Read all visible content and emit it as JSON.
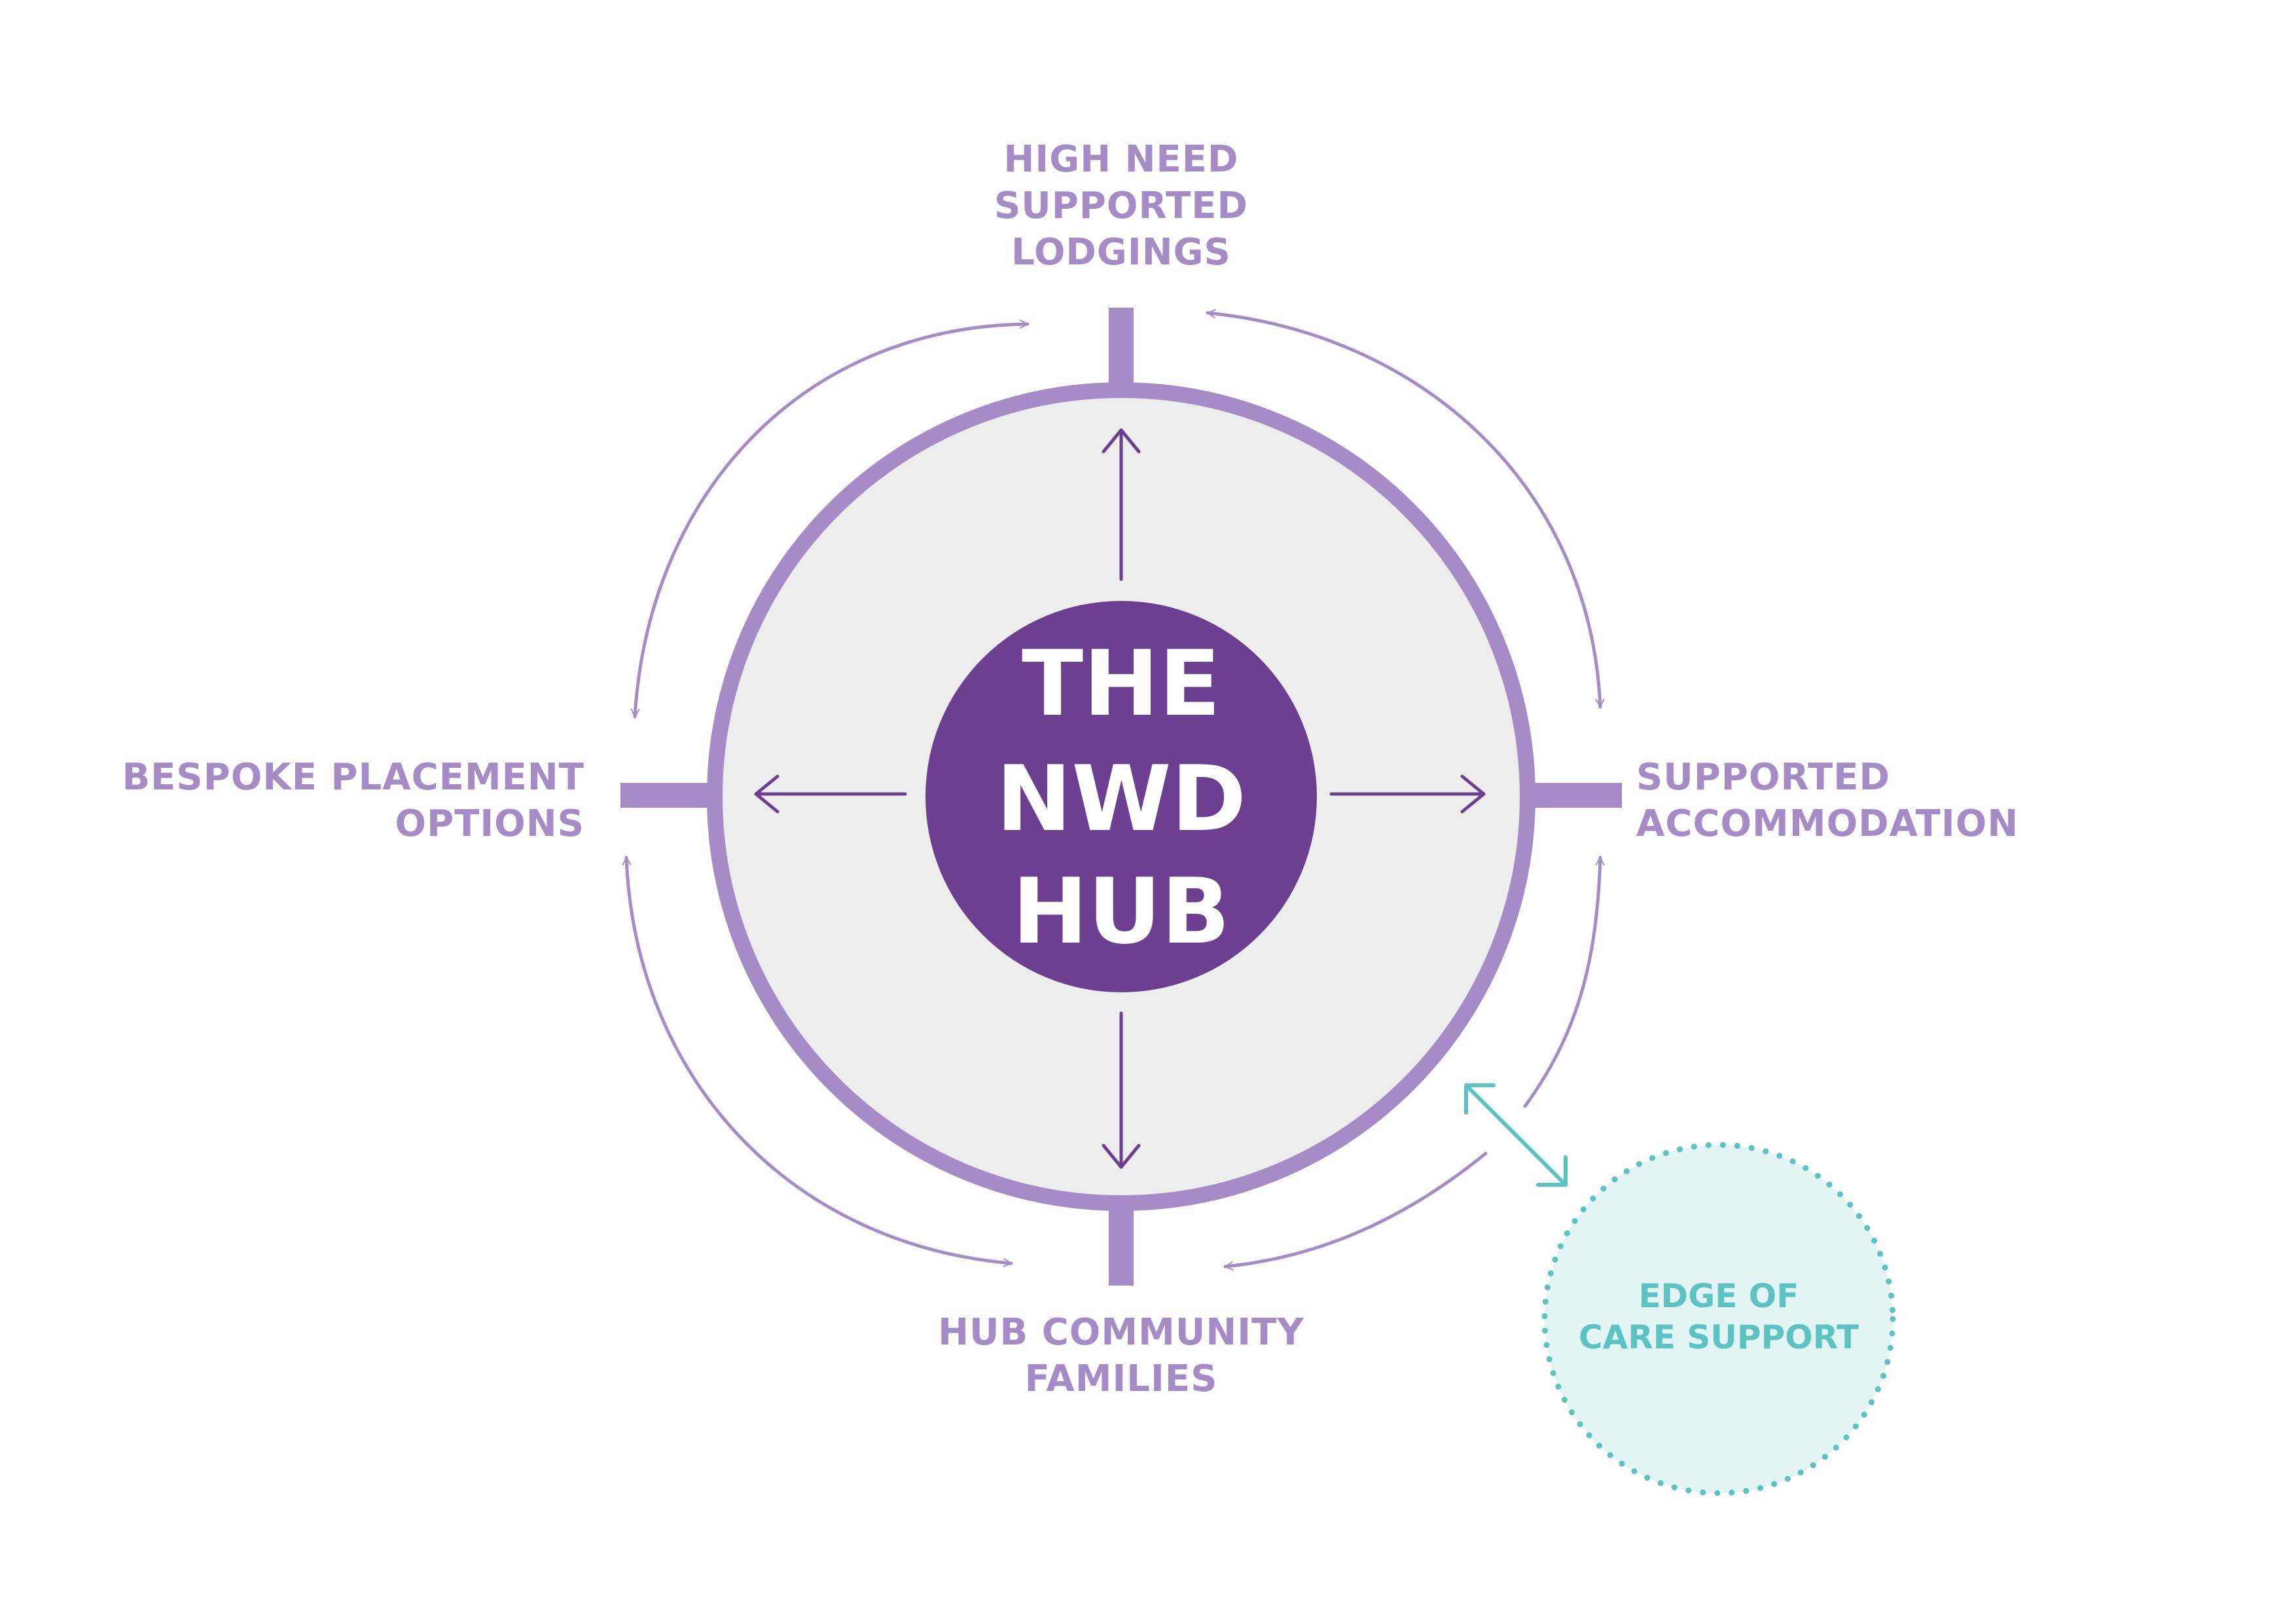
{
  "hub": {
    "lines": [
      "THE",
      "NWD",
      "HUB"
    ]
  },
  "nodes": {
    "top": [
      "HIGH NEED",
      "SUPPORTED",
      "LODGINGS"
    ],
    "left": [
      "BESPOKE PLACEMENT",
      "OPTIONS"
    ],
    "right": [
      "SUPPORTED",
      "ACCOMMODATION"
    ],
    "bottom": [
      "HUB COMMUNITY",
      "FAMILIES"
    ]
  },
  "edge_of_care": {
    "lines": [
      "EDGE OF",
      "CARE SUPPORT"
    ]
  },
  "colors": {
    "ring": "#a68cc6",
    "hub_fill": "#6c3f91",
    "inner_fill": "#ededed",
    "arrow_inner": "#6c3f91",
    "arrow_outer": "#a68cc6",
    "edge_teal": "#5cc2c2",
    "edge_fill": "#e3f4f4"
  }
}
